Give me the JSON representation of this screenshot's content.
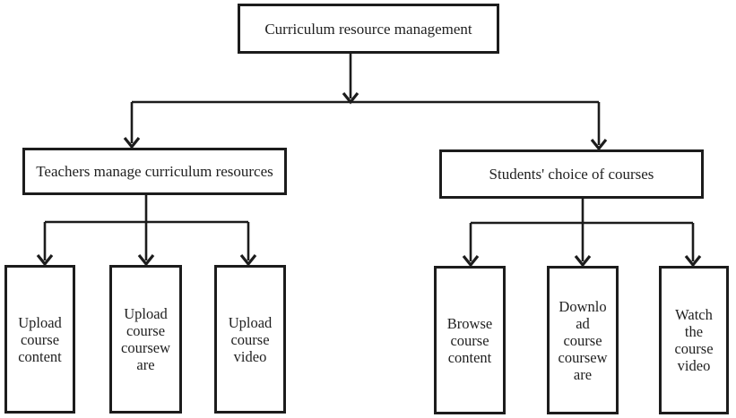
{
  "diagram": {
    "root": {
      "label": "Curriculum resource management"
    },
    "branches": [
      {
        "label": "Teachers manage curriculum resources",
        "children": [
          {
            "label": "Upload\ncourse\ncontent"
          },
          {
            "label": "Upload\ncourse\ncoursew\nare"
          },
          {
            "label": "Upload\ncourse\nvideo"
          }
        ]
      },
      {
        "label": "Students' choice of courses",
        "children": [
          {
            "label": "Browse\ncourse\ncontent"
          },
          {
            "label": "Downlo\nad\ncourse\ncoursew\nare"
          },
          {
            "label": "Watch\nthe\ncourse\nvideo"
          }
        ]
      }
    ],
    "colors": {
      "line": "#1c1c1c",
      "background": "#ffffff",
      "text": "#1f1f1f"
    }
  }
}
